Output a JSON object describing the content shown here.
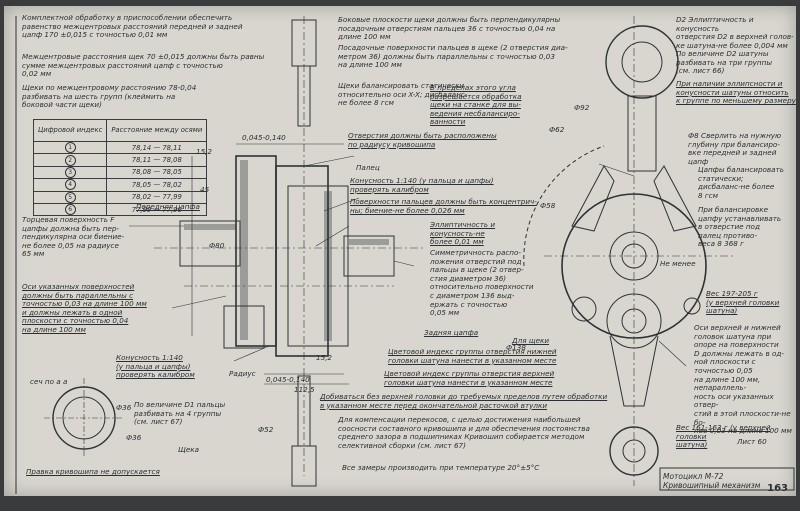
{
  "page_number": "163",
  "title_block": {
    "model": "Мотоцикл М-72",
    "part": "Кривошипный механизм"
  },
  "top_left_notes": {
    "n1": "Комплектной обработку в приспособлении обеспечить\nравенство межцентровых расстояний передней и задней\nцапф 170 ±0,015 с точностью 0,01 мм",
    "n2": "Межцентровые расстояния щек 70 ±0,015 должны быть равны\nсумме межцентровых расстояний цапф с точностью\n0,02 мм",
    "n3": "Щеки по межцентровому расстоянию 78-0,04\nразбивать на шесть групп (клеймить на\nбоковой части щеки)"
  },
  "group_table": {
    "headers": [
      "Цифровой индекс",
      "Расстояние между осями"
    ],
    "rows": [
      {
        "index": "1",
        "range": "78,14 — 78,11"
      },
      {
        "index": "2",
        "range": "78,11 — 78,08"
      },
      {
        "index": "3",
        "range": "78,08 — 78,05"
      },
      {
        "index": "4",
        "range": "78,05 — 78,02"
      },
      {
        "index": "5",
        "range": "78,02 — 77,99"
      },
      {
        "index": "6",
        "range": "77,99 — 77,96"
      }
    ]
  },
  "left_notes": {
    "face": "Торцевая поверхность F\nцапфы должна быть пер-\nпендикулярна оси биение-\nне более 0,05 на радиусе\n65 мм",
    "axes": "Оси указанных поверхностей\nдолжны быть параллельны с\nточностью 0,03 на длине 100 мм\nи должны лежать в одной\nплоскости с точностью 0,04\nна длине 100 мм",
    "taper": "Конусность 1:140\n(у пальца и цапфы)\nпроверять калибром",
    "section": "сеч по а а",
    "d1": "По величине D1 пальцы\nразбивать на 4 группы\n(см. лист 67)",
    "cheek": "Щека",
    "bend": "Правка кривошипа не допускается"
  },
  "center_notes": {
    "side": "Боковые плоскости щеки должны быть перпендикулярны\nпосадочным отверстиям пальцев 36 с точностью 0,04 на\nдлине 100 мм",
    "seats": "Посадочные поверхности пальцев в щеке (2 отверстия диа-\nметром 36) должны быть параллельны с точностью 0,03\nна длине 100 мм",
    "balance": "Щеки балансировать статически\nотносительно оси X-X; дисбаланс-\nне более 8 гсм",
    "limits": "В пределах этого угла\nразрешается обработка\nщеки на станке для вы-\nведения несбалансиро-\nванности",
    "holes": "Отверстия должны быть расположены\nпо радиусу кривошипа",
    "pin": "Палец",
    "taper2": "Конусность 1:140 (у пальца и цапфы)\nпроверять калибром",
    "seat_runout": "Поверхности пальцев должны быть концентрич-\nны; биение-не более 0,026 мм",
    "ellipse": "Эллиптичность и\nконусность-не\nболее 0,01 мм",
    "symmetry": "Симметричность распо-\nложения отверстий под\nпальцы в щеке (2 отвер-\nстия диаметром 36)\nотносительно поверхности\nс диаметром 136 выд-\nержать с точностью\n0,05 мм",
    "rear": "Задняя цапфа",
    "front": "Передняя цапфа",
    "cheek_lbl": "Для щеки",
    "color1": "Цветовой индекс группы отверстия нижней\nголовки шатуна нанести в указанном месте",
    "color2": "Цветовой индекс группы отверстия верхней\nголовки шатуна нанести в указанном месте",
    "add": "Добиваться без верхней головки до требуемых пределов путем обработки\nв указанном месте перед окончательной расточкой втулки",
    "comp": "Для компенсации перекосов, с целью достижения наибольшей\nсоосности составного кривошипа и для обеспечения постоянства\nсреднего зазора в подшипниках Кривошип собирается методом\nселективной сборки (см. лист 67)",
    "temp": "Все замеры производить при температуре 20°±5°С",
    "radius": "Радиус"
  },
  "right_notes": {
    "d2": "D2 Эллиптичность и конусность\nотверстия D2 в верхней голов-\nке шатуна-не более 0,004 мм",
    "d2b": "По величине D2 шатуны\nразбивать на три группы\n(см. лист 66)",
    "ellip": "При наличии эллипсности и\nконусности шатуны относить\nк группе по меньшему размеру",
    "drill": "Ф8 Сверлить на нужную\nглубину при балансиро-\nвке передней и задней\nцапф",
    "balance": "Цапфы балансировать\nстатически;\nдисбаланс-не более\n8 гсм",
    "rule": "При балансировке\nцапфу устанавливать\nв отверстие под\nпалец противо-\nвеса 8 368 г",
    "not_less": "Не менее",
    "weight": "Вес 197-205 г\n(у верхней головки\nшатуна)",
    "axes": "Оси верхней и нижней\nголовок шатуна при\nопоре на поверхности\nD должны лежать в од-\nной плоскости с точностью 0,05\nна длине 100 мм, непараллель-\nность оси указанных отвер-\nстий в этой плоскости-не бо-\nлее 0,03 на длине 100 мм",
    "weight2": "Вес 161-163 г (у верхней головки\nшатуна)",
    "sheet": "Лист 60"
  },
  "dims": {
    "d1": "0,045-0,140",
    "d2": "15,2",
    "d3": "45",
    "d4": "0,045-0,140",
    "d5": "112,5",
    "d6": "15,2",
    "d7": "Ф138",
    "d8": "Ф36",
    "d9": "Ф36",
    "d10": "Ф58",
    "d11": "Ф62",
    "d12": "Ф80",
    "d13": "Ф52",
    "d14": "Ф92"
  }
}
